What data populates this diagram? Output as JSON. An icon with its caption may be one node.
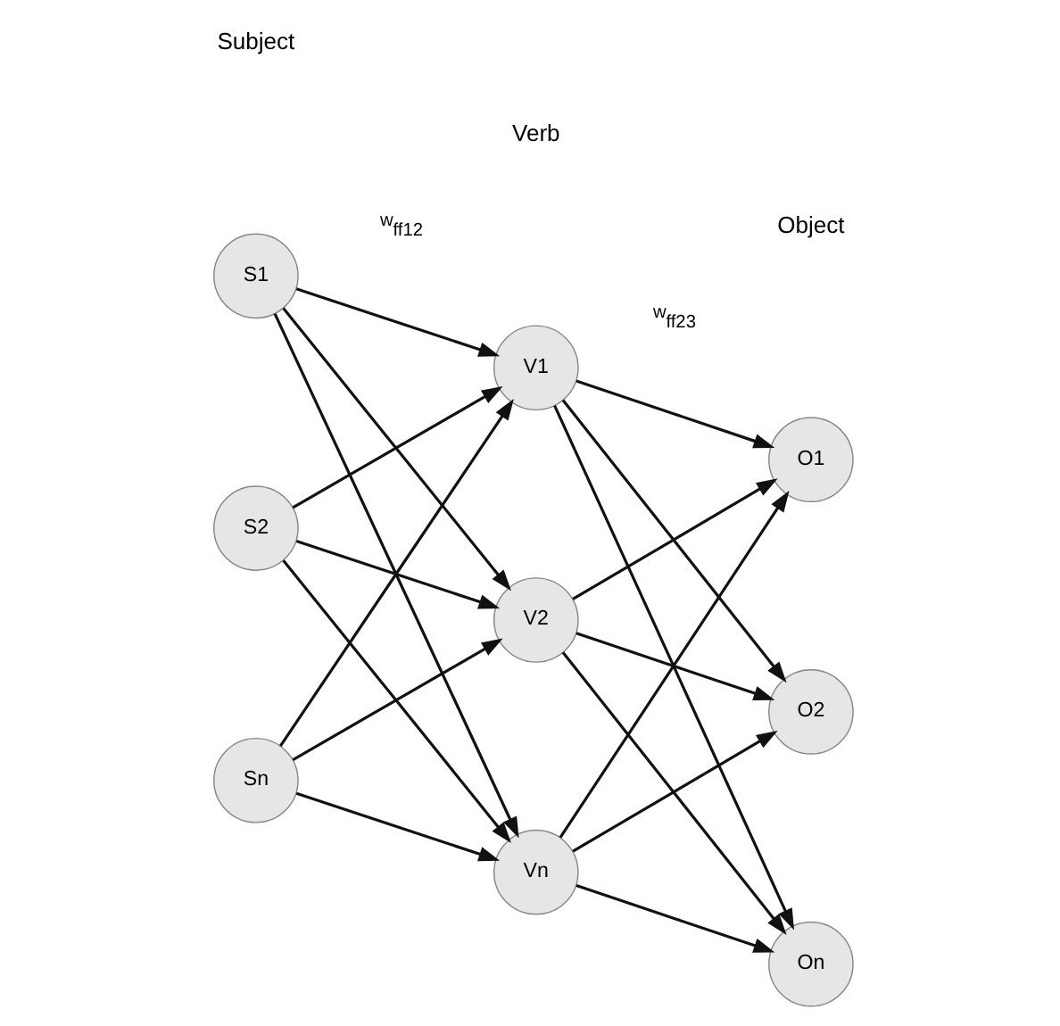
{
  "diagram": {
    "nodes": [
      {
        "text": [
          "S1"
        ]
      },
      {
        "text": [
          "S2"
        ]
      },
      {
        "text": [
          "Sn"
        ]
      },
      {
        "text": [
          "V1"
        ]
      },
      {
        "text": [
          "V2"
        ]
      },
      {
        "text": [
          "Vn"
        ]
      },
      {
        "text": [
          "O1"
        ]
      },
      {
        "text": [
          "O2"
        ]
      },
      {
        "text": [
          "On"
        ]
      }
    ],
    "edges": [
      {
        "from": 0,
        "to": 3,
        "arrow": "to",
        "label": "w$_{ff12}$"
      },
      {
        "from": 0,
        "to": 4,
        "arrow": "to"
      },
      {
        "from": 0,
        "to": 5,
        "arrow": "to"
      },
      {
        "from": 1,
        "to": 3,
        "arrow": "to"
      },
      {
        "from": 1,
        "to": 4,
        "arrow": "to"
      },
      {
        "from": 1,
        "to": 5,
        "arrow": "to"
      },
      {
        "from": 2,
        "to": 3,
        "arrow": "to"
      },
      {
        "from": 2,
        "to": 4,
        "arrow": "to"
      },
      {
        "from": 2,
        "to": 5,
        "arrow": "to"
      },
      {
        "from": 3,
        "to": 6,
        "arrow": "to",
        "label": "w$_{ff23}$"
      },
      {
        "from": 3,
        "to": 7,
        "arrow": "to"
      },
      {
        "from": 3,
        "to": 8,
        "arrow": "to"
      },
      {
        "from": 4,
        "to": 6,
        "arrow": "to"
      },
      {
        "from": 4,
        "to": 7,
        "arrow": "to"
      },
      {
        "from": 4,
        "to": 8,
        "arrow": "to"
      },
      {
        "from": 5,
        "to": 6,
        "arrow": "to"
      },
      {
        "from": 5,
        "to": 7,
        "arrow": "to"
      },
      {
        "from": 5,
        "to": 8,
        "arrow": "to"
      }
    ],
    "labels": [
      "Subject",
      "Verb",
      "Object"
    ]
  }
}
